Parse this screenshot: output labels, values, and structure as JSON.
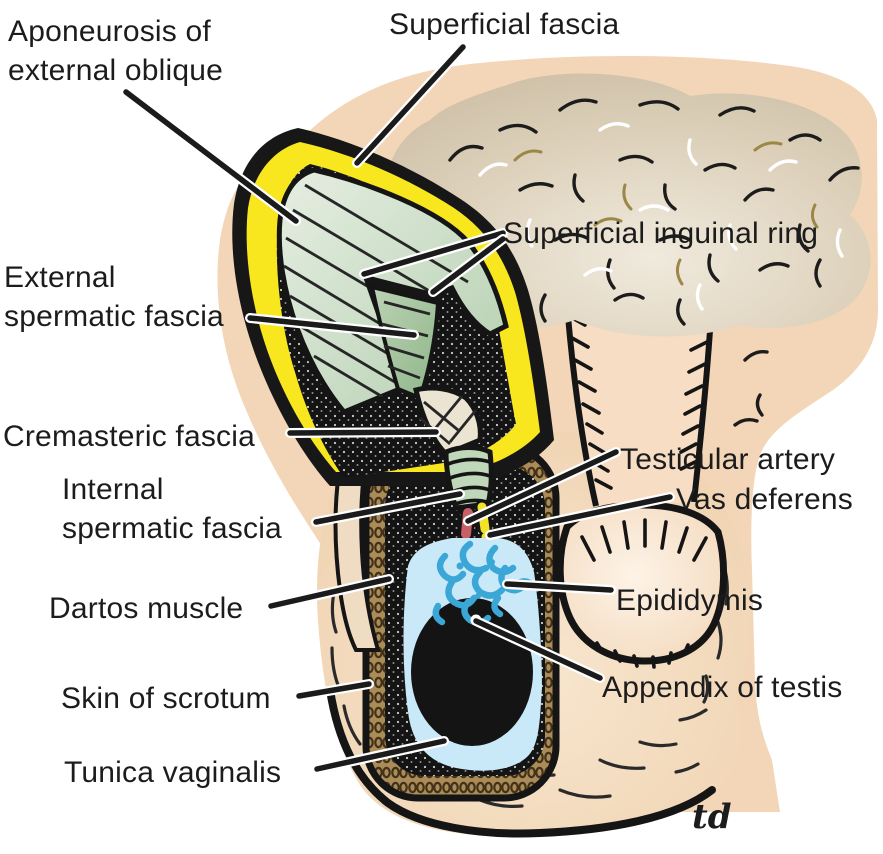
{
  "figure": {
    "type": "anatomical-diagram",
    "subject": "Coverings of the spermatic cord, testis and scrotum",
    "signature": "td",
    "labels": [
      {
        "id": "aponeurosis-of-external-oblique",
        "text": "Aponeurosis of\nexternal oblique"
      },
      {
        "id": "superficial-fascia",
        "text": "Superficial fascia"
      },
      {
        "id": "superficial-inguinal-ring",
        "text": "Superficial inguinal ring"
      },
      {
        "id": "external-spermatic-fascia",
        "text": "External\nspermatic fascia"
      },
      {
        "id": "cremasteric-fascia",
        "text": "Cremasteric fascia"
      },
      {
        "id": "internal-spermatic-fascia",
        "text": "Internal\nspermatic fascia"
      },
      {
        "id": "dartos-muscle",
        "text": "Dartos muscle"
      },
      {
        "id": "skin-of-scrotum",
        "text": "Skin of scrotum"
      },
      {
        "id": "tunica-vaginalis",
        "text": "Tunica vaginalis"
      },
      {
        "id": "testicular-artery",
        "text": "Testicular artery"
      },
      {
        "id": "vas-deferens",
        "text": "Vas deferens"
      },
      {
        "id": "epididymis",
        "text": "Epididymis"
      },
      {
        "id": "appendix-of-testis",
        "text": "Appendix of testis"
      }
    ],
    "colors": {
      "skin": "#f3d6b8",
      "pubic_shading": "#d0c2a9",
      "superficial_fascia_yellow": "#f8e71e",
      "aponeurosis_green": "#cfe0cb",
      "deep_green": "#9bbd96",
      "cremaster_cream": "#ece4d2",
      "artery_red": "#c75f66",
      "vas_yellow": "#f2e228",
      "pampiniform_blue": "#3aa7d6",
      "tunica_blue": "#c9e9f8",
      "dartos_brown": "#aa8c58",
      "testis_black": "#141414",
      "outline_black": "#171717",
      "label_color": "#1c1c1c"
    }
  }
}
